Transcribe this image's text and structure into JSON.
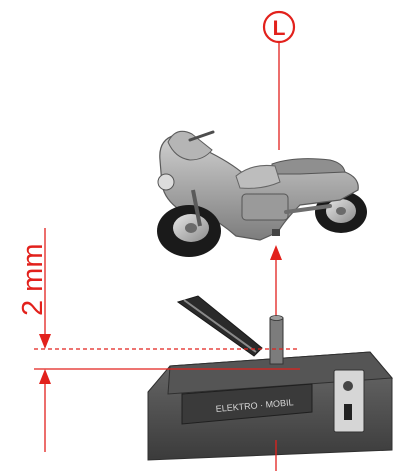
{
  "callout": {
    "letter": "L"
  },
  "dimension": {
    "label": "2 mm"
  },
  "base": {
    "brand_text": "ELEKTRO · MOBIL"
  },
  "colors": {
    "annotation": "#e2211c",
    "stand_dark": "#4a4a4a",
    "stand_top": "#8a8a8a",
    "bike_body": "#a9a9a9",
    "tire": "#1a1a1a"
  }
}
